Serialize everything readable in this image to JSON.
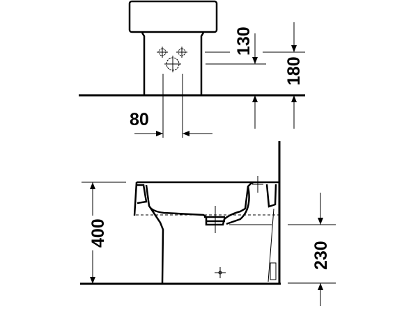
{
  "title": "Bidet dimension drawing",
  "top_view": {
    "dim_horizontal": "80",
    "dim_upper": "130",
    "dim_total": "180"
  },
  "side_view": {
    "dim_height": "400",
    "dim_drain": "230"
  },
  "colors": {
    "line": "#000000",
    "background": "#ffffff"
  }
}
